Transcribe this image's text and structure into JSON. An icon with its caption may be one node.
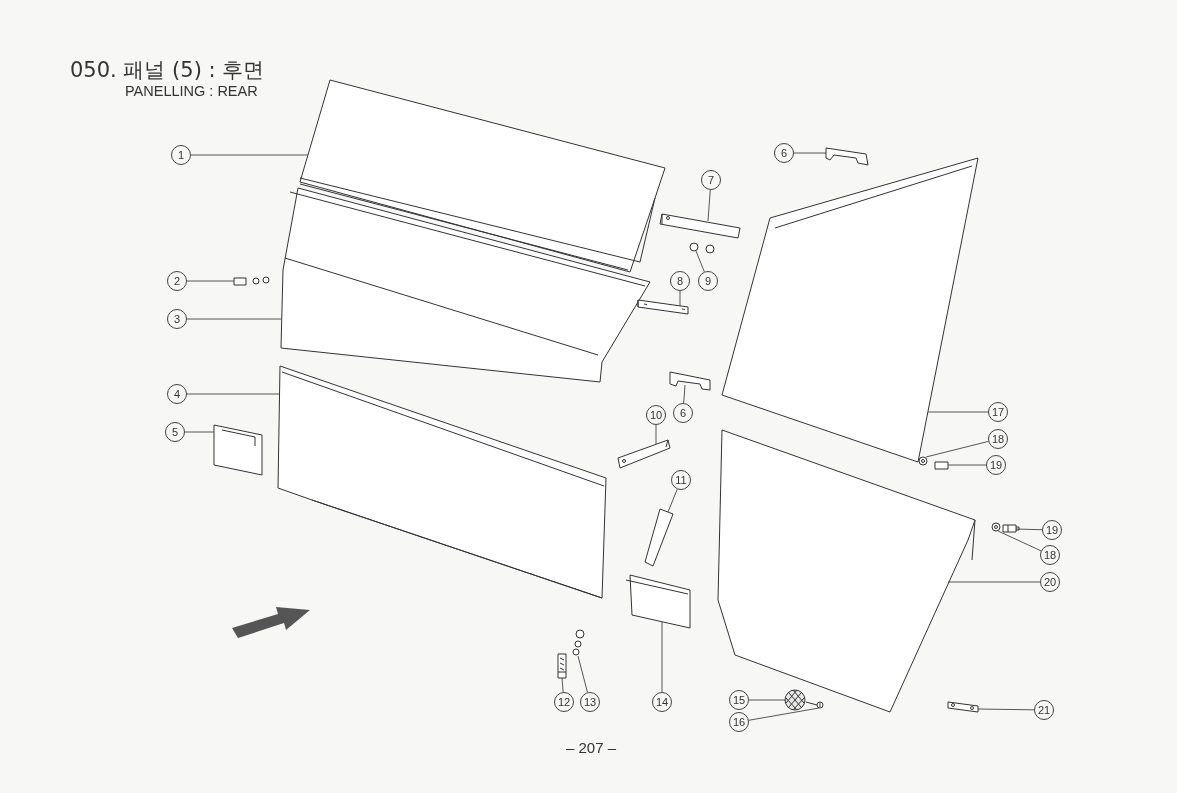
{
  "diagram": {
    "title": "050. 패널 (5) : 후면",
    "nodes": [
      {
        "text": [
          "1"
        ]
      },
      {
        "text": [
          "2"
        ]
      },
      {
        "text": [
          "3"
        ]
      },
      {
        "text": [
          "4"
        ]
      },
      {
        "text": [
          "5"
        ]
      },
      {
        "text": [
          "6"
        ]
      },
      {
        "text": [
          "7"
        ]
      },
      {
        "text": [
          "8"
        ]
      },
      {
        "text": [
          "9"
        ]
      },
      {
        "text": [
          "17"
        ]
      },
      {
        "text": [
          "10"
        ]
      },
      {
        "text": [
          "6"
        ]
      },
      {
        "text": [
          "18"
        ]
      },
      {
        "text": [
          "11"
        ]
      },
      {
        "text": [
          "19"
        ]
      },
      {
        "text": [
          "19"
        ]
      },
      {
        "text": [
          "18"
        ]
      },
      {
        "text": [
          "20"
        ]
      },
      {
        "text": [
          "12"
        ]
      },
      {
        "text": [
          "13"
        ]
      },
      {
        "text": [
          "14"
        ]
      },
      {
        "text": [
          "15"
        ]
      },
      {
        "text": [
          "16"
        ]
      },
      {
        "text": [
          "21"
        ]
      },
      {
        "text": [],
        "shape": "picture"
      },
      {
        "text": [],
        "shape": "picture"
      },
      {
        "text": [],
        "shape": "picture"
      },
      {
        "text": [],
        "shape": "picture"
      },
      {
        "text": [],
        "shape": "picture"
      },
      {
        "text": [],
        "shape": "picture"
      },
      {
        "text": [],
        "shape": "picture"
      },
      {
        "text": [],
        "shape": "picture"
      },
      {
        "text": [],
        "shape": "picture"
      },
      {
        "text": [],
        "shape": "picture"
      },
      {
        "text": [],
        "shape": "picture"
      },
      {
        "text": [],
        "shape": "picture"
      },
      {
        "text": [],
        "shape": "picture"
      },
      {
        "text": [],
        "shape": "picture"
      },
      {
        "text": [],
        "shape": "picture"
      },
      {
        "text": [],
        "shape": "picture"
      },
      {
        "text": [],
        "shape": "picture"
      },
      {
        "text": [],
        "shape": "picture"
      },
      {
        "text": [],
        "shape": "picture"
      },
      {
        "text": [],
        "shape": "picture"
      },
      {
        "text": [],
        "shape": "picture"
      },
      {
        "text": [],
        "shape": "circle"
      },
      {
        "text": [],
        "shape": "picture"
      },
      {
        "text": [],
        "shape": "picture"
      }
    ],
    "edges": [
      {
        "from": 0,
        "to": 24,
        "arrow": "none"
      },
      {
        "from": 1,
        "to": 25,
        "arrow": "none"
      },
      {
        "from": 2,
        "to": 26,
        "arrow": "none"
      },
      {
        "from": 3,
        "to": 27,
        "arrow": "none"
      },
      {
        "from": 4,
        "to": 28,
        "arrow": "none"
      },
      {
        "from": 5,
        "to": 29,
        "arrow": "none"
      },
      {
        "from": 6,
        "to": 30,
        "arrow": "none"
      },
      {
        "from": 7,
        "to": 31,
        "arrow": "none"
      },
      {
        "from": 8,
        "to": 32,
        "arrow": "none"
      },
      {
        "from": 9,
        "to": 33,
        "arrow": "none"
      },
      {
        "from": 10,
        "to": 34,
        "arrow": "none"
      },
      {
        "from": 11,
        "to": 35,
        "arrow": "none"
      },
      {
        "from": 12,
        "to": 36,
        "arrow": "none"
      },
      {
        "from": 13,
        "to": 37,
        "arrow": "none"
      },
      {
        "from": 14,
        "to": 38,
        "arrow": "none"
      },
      {
        "from": 15,
        "to": 39,
        "arrow": "none"
      },
      {
        "from": 16,
        "to": 40,
        "arrow": "none"
      },
      {
        "from": 17,
        "to": 41,
        "arrow": "none"
      },
      {
        "from": 18,
        "to": 42,
        "arrow": "none"
      },
      {
        "from": 19,
        "to": 43,
        "arrow": "none"
      },
      {
        "from": 20,
        "to": 44,
        "arrow": "none"
      },
      {
        "from": 21,
        "to": 45,
        "arrow": "none"
      },
      {
        "from": 22,
        "to": 46,
        "arrow": "none"
      },
      {
        "from": 23,
        "to": 47,
        "arrow": "none"
      }
    ],
    "labels": [
      "PANELLING : REAR",
      "– 207 –"
    ]
  }
}
